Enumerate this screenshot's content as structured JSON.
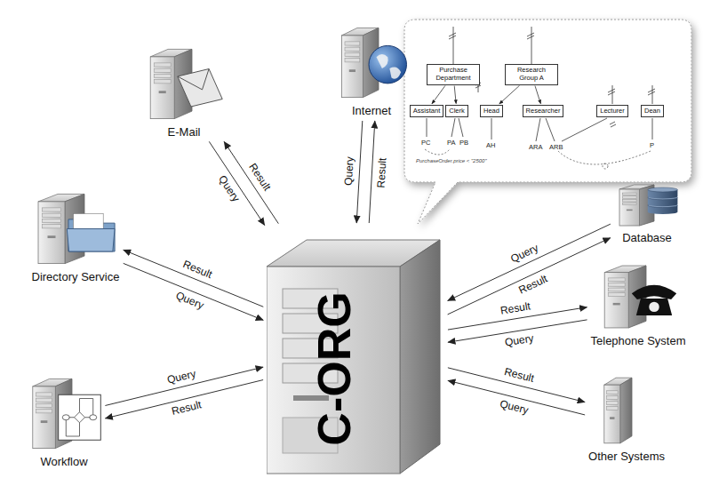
{
  "diagram": {
    "nodes": [
      {
        "text": [
          "E-Mail"
        ]
      },
      {
        "text": [
          "Internet"
        ]
      },
      {
        "text": [
          "Purchase Department"
        ]
      },
      {
        "text": [
          "Research Group A"
        ]
      },
      {
        "text": [
          "Assistant"
        ]
      },
      {
        "text": [
          "Clerk"
        ]
      },
      {
        "text": [
          "Head"
        ]
      },
      {
        "text": [
          "Researcher"
        ]
      },
      {
        "text": [
          "Lecturer"
        ]
      },
      {
        "text": [
          "Dean"
        ]
      },
      {
        "text": [
          "Directory Service"
        ]
      },
      {
        "text": [
          "Database"
        ]
      },
      {
        "text": [
          "C-ORG"
        ]
      },
      {
        "text": [
          "Telephone System"
        ]
      },
      {
        "text": [
          "Workflow"
        ]
      },
      {
        "text": [
          "Other Systems"
        ]
      }
    ],
    "edges": [
      {
        "from": 0,
        "to": 12,
        "label": "Query",
        "arrow": "to"
      },
      {
        "from": 12,
        "to": 0,
        "label": "Result",
        "arrow": "to"
      },
      {
        "from": 1,
        "to": 12,
        "label": "Query",
        "arrow": "to"
      },
      {
        "from": 12,
        "to": 1,
        "label": "Result",
        "arrow": "to"
      },
      {
        "from": 2,
        "to": 4,
        "arrow": "to"
      },
      {
        "from": 2,
        "to": 5,
        "arrow": "to"
      },
      {
        "from": 3,
        "to": 6,
        "arrow": "to"
      },
      {
        "from": 3,
        "to": 7,
        "arrow": "to"
      },
      {
        "from": 10,
        "to": 12,
        "label": "Query",
        "arrow": "to"
      },
      {
        "from": 12,
        "to": 10,
        "label": "Result",
        "arrow": "to"
      },
      {
        "from": 11,
        "to": 12,
        "label": "Query",
        "arrow": "to"
      },
      {
        "from": 12,
        "to": 11,
        "label": "Result",
        "arrow": "to"
      },
      {
        "from": 13,
        "to": 12,
        "label": "Query",
        "arrow": "to"
      },
      {
        "from": 12,
        "to": 13,
        "label": "Result",
        "arrow": "to"
      },
      {
        "from": 14,
        "to": 12,
        "label": "Query",
        "arrow": "to"
      },
      {
        "from": 12,
        "to": 14,
        "label": "Result",
        "arrow": "to"
      },
      {
        "from": 15,
        "to": 12,
        "label": "Query",
        "arrow": "to"
      },
      {
        "from": 12,
        "to": 15,
        "label": "Result",
        "arrow": "to"
      }
    ],
    "labels": [
      "PC",
      "PA",
      "PB",
      "AH",
      "ARA",
      "ARB",
      "P",
      "PurchaseOrder.price < \"2500\""
    ]
  }
}
